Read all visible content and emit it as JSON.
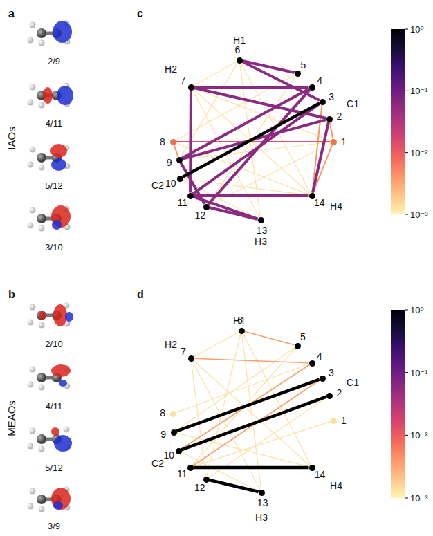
{
  "diagram": {
    "nodes": [
      {
        "text": [
          "1"
        ]
      },
      {
        "text": [
          "2"
        ]
      },
      {
        "text": [
          "3"
        ]
      },
      {
        "text": [
          "4"
        ]
      },
      {
        "text": [
          "5"
        ]
      },
      {
        "text": [
          "6"
        ]
      },
      {
        "text": [
          "7"
        ]
      },
      {
        "text": [
          "8"
        ]
      },
      {
        "text": [
          "9"
        ]
      },
      {
        "text": [
          "10"
        ]
      },
      {
        "text": [
          "11"
        ]
      },
      {
        "text": [
          "12"
        ]
      },
      {
        "text": [
          "13"
        ]
      },
      {
        "text": [
          "14"
        ]
      },
      {
        "text": [
          "1"
        ]
      },
      {
        "text": [
          "2"
        ]
      },
      {
        "text": [
          "3"
        ]
      },
      {
        "text": [
          "4"
        ]
      },
      {
        "text": [
          "5"
        ]
      },
      {
        "text": [
          "6"
        ]
      },
      {
        "text": [
          "7"
        ]
      },
      {
        "text": [
          "8"
        ]
      },
      {
        "text": [
          "9"
        ]
      },
      {
        "text": [
          "10"
        ]
      },
      {
        "text": [
          "11"
        ]
      },
      {
        "text": [
          "12"
        ]
      },
      {
        "text": [
          "13"
        ]
      },
      {
        "text": [
          "14"
        ]
      }
    ],
    "edges": [
      {
        "from": 5,
        "to": 6,
        "arrow": "none"
      },
      {
        "from": 5,
        "to": 13,
        "arrow": "none"
      },
      {
        "from": 5,
        "to": 12,
        "arrow": "none"
      },
      {
        "from": 5,
        "to": 8,
        "arrow": "none"
      },
      {
        "from": 6,
        "to": 13,
        "arrow": "none"
      },
      {
        "from": 6,
        "to": 12,
        "arrow": "none"
      },
      {
        "from": 6,
        "to": 0,
        "arrow": "none"
      },
      {
        "from": 7,
        "to": 13,
        "arrow": "none"
      },
      {
        "from": 7,
        "to": 4,
        "arrow": "none"
      },
      {
        "from": 9,
        "to": 13,
        "arrow": "none"
      },
      {
        "from": 9,
        "to": 12,
        "arrow": "none"
      },
      {
        "from": 0,
        "to": 8,
        "arrow": "none"
      },
      {
        "from": 0,
        "to": 11,
        "arrow": "none"
      },
      {
        "from": 11,
        "to": 4,
        "arrow": "none"
      },
      {
        "from": 13,
        "to": 2,
        "arrow": "none"
      },
      {
        "from": 13,
        "to": 0,
        "arrow": "none"
      },
      {
        "from": 0,
        "to": 1,
        "arrow": "none"
      },
      {
        "from": 7,
        "to": 8,
        "arrow": "none"
      },
      {
        "from": 7,
        "to": 0,
        "arrow": "none"
      },
      {
        "from": 5,
        "to": 4,
        "arrow": "none"
      },
      {
        "from": 5,
        "to": 2,
        "arrow": "none"
      },
      {
        "from": 6,
        "to": 3,
        "arrow": "none"
      },
      {
        "from": 6,
        "to": 1,
        "arrow": "none"
      },
      {
        "from": 6,
        "to": 10,
        "arrow": "none"
      },
      {
        "from": 8,
        "to": 3,
        "arrow": "none"
      },
      {
        "from": 8,
        "to": 1,
        "arrow": "none"
      },
      {
        "from": 8,
        "to": 11,
        "arrow": "none"
      },
      {
        "from": 10,
        "to": 13,
        "arrow": "none"
      },
      {
        "from": 10,
        "to": 2,
        "arrow": "none"
      },
      {
        "from": 10,
        "to": 12,
        "arrow": "none"
      },
      {
        "from": 11,
        "to": 3,
        "arrow": "none"
      },
      {
        "from": 11,
        "to": 12,
        "arrow": "none"
      },
      {
        "from": 13,
        "to": 1,
        "arrow": "none"
      },
      {
        "from": 2,
        "to": 9,
        "arrow": "none"
      },
      {
        "from": 19,
        "to": 20,
        "arrow": "none"
      },
      {
        "from": 19,
        "to": 26,
        "arrow": "none"
      },
      {
        "from": 19,
        "to": 27,
        "arrow": "none"
      },
      {
        "from": 20,
        "to": 26,
        "arrow": "none"
      },
      {
        "from": 20,
        "to": 27,
        "arrow": "none"
      },
      {
        "from": 18,
        "to": 22,
        "arrow": "none"
      },
      {
        "from": 18,
        "to": 24,
        "arrow": "none"
      },
      {
        "from": 22,
        "to": 27,
        "arrow": "none"
      },
      {
        "from": 23,
        "to": 26,
        "arrow": "none"
      },
      {
        "from": 15,
        "to": 25,
        "arrow": "none"
      },
      {
        "from": 14,
        "to": 24,
        "arrow": "none"
      },
      {
        "from": 21,
        "to": 17,
        "arrow": "none"
      },
      {
        "from": 20,
        "to": 25,
        "arrow": "none"
      },
      {
        "from": 19,
        "to": 25,
        "arrow": "none"
      },
      {
        "from": 17,
        "to": 23,
        "arrow": "none"
      },
      {
        "from": 16,
        "to": 24,
        "arrow": "none"
      },
      {
        "from": 19,
        "to": 18,
        "arrow": "none"
      },
      {
        "from": 20,
        "to": 17,
        "arrow": "none"
      },
      {
        "from": 16,
        "to": 22,
        "arrow": "none"
      },
      {
        "from": 15,
        "to": 23,
        "arrow": "none"
      },
      {
        "from": 24,
        "to": 27,
        "arrow": "none"
      },
      {
        "from": 25,
        "to": 26,
        "arrow": "none"
      }
    ],
    "labels": [
      "a",
      "c",
      "IAOs",
      "2/9",
      "4/11",
      "5/12",
      "3/10",
      "H1",
      "C1",
      "H2",
      "C2",
      "H4",
      "H3",
      "10⁰",
      "10⁻¹",
      "10⁻²",
      "10⁻³",
      "b",
      "d",
      "MEAOs",
      "2/10",
      "4/11",
      "5/12",
      "3/9",
      "H1",
      "C1",
      "H2",
      "C2",
      "H4",
      "H3",
      "10⁰",
      "10⁻¹",
      "10⁻²",
      "10⁻³"
    ]
  }
}
